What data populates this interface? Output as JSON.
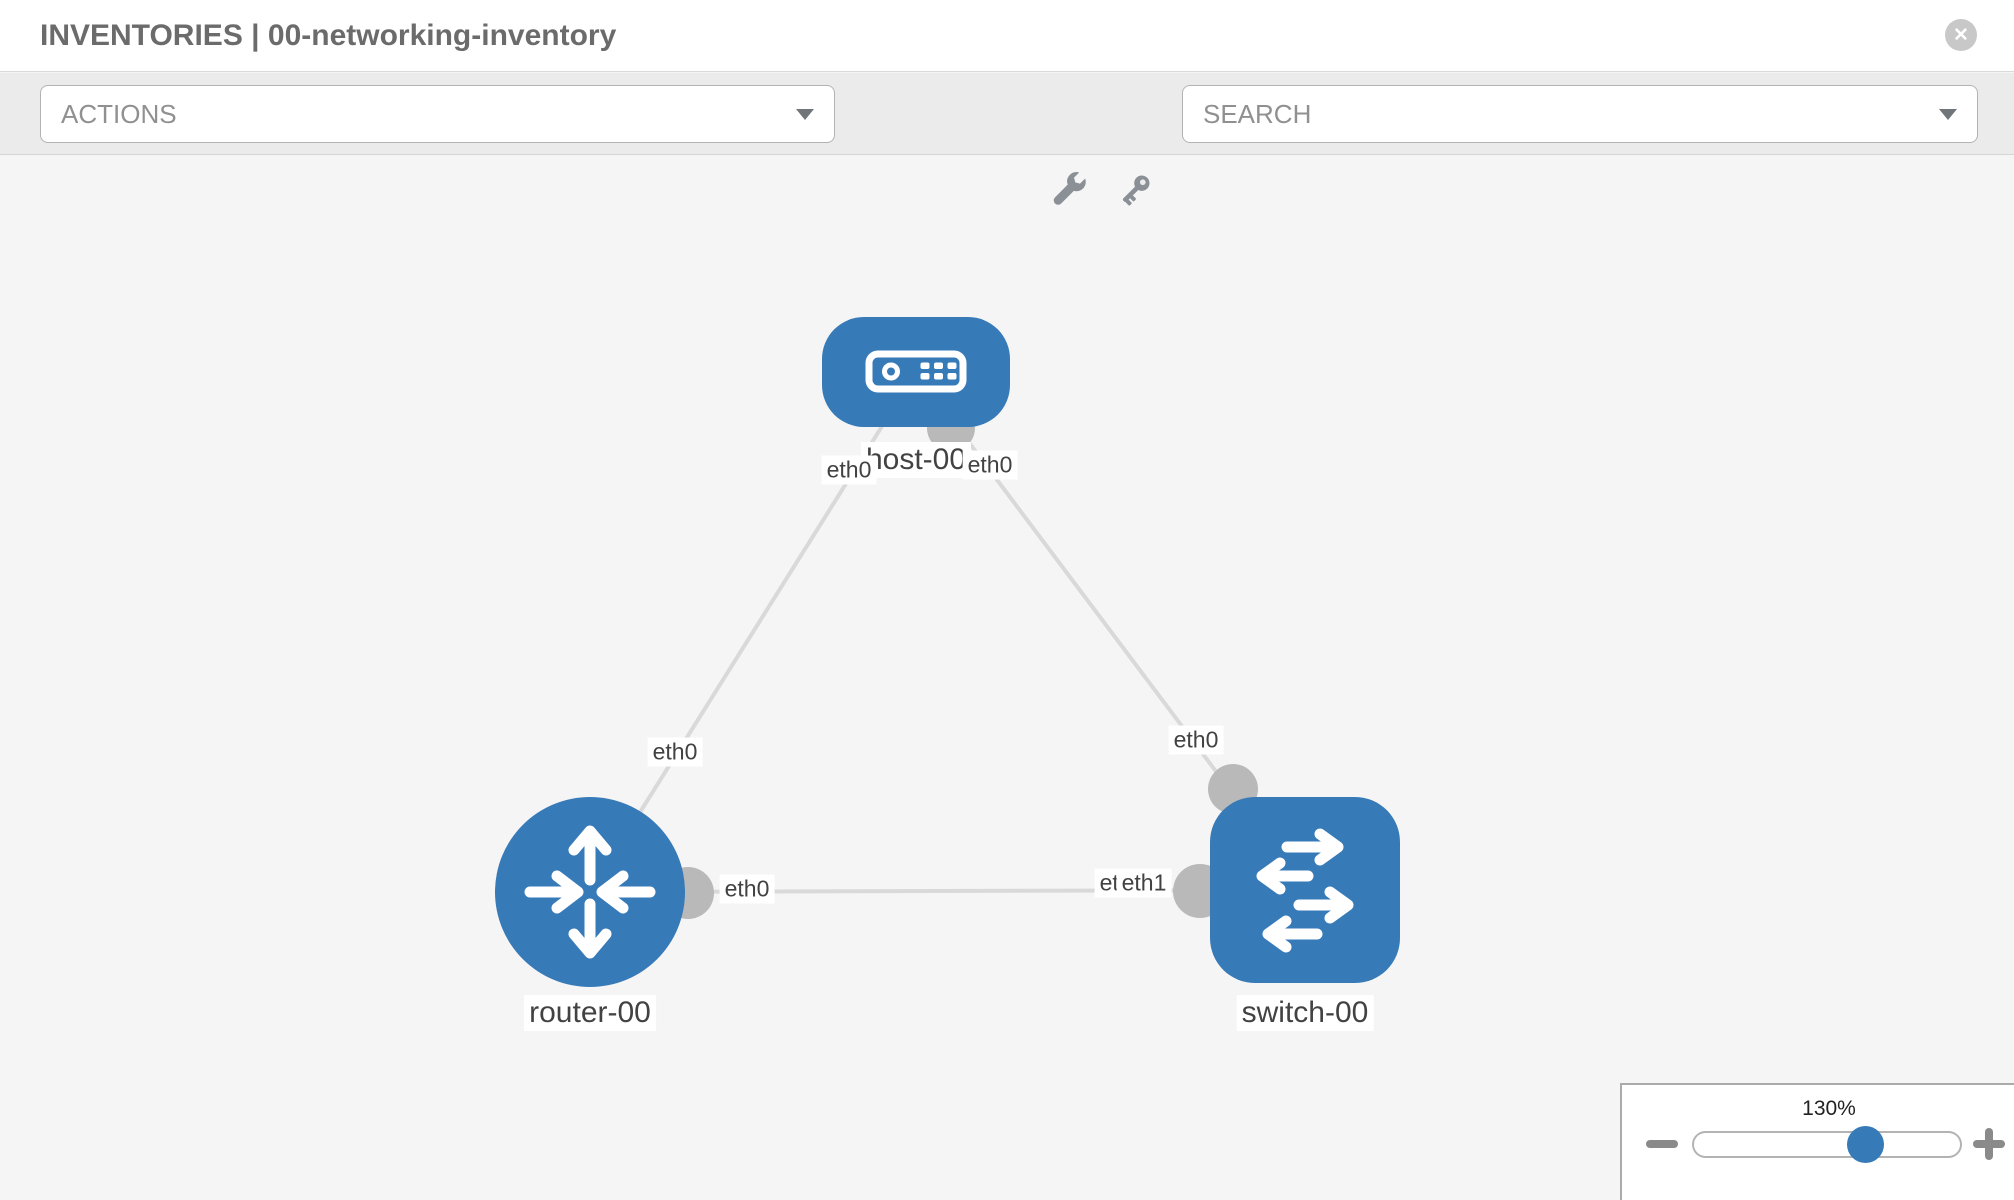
{
  "header": {
    "title": "INVENTORIES | 00-networking-inventory",
    "close_glyph": "✕"
  },
  "toolbar": {
    "actions": {
      "label": "ACTIONS"
    },
    "search": {
      "placeholder": "SEARCH"
    },
    "icons": [
      "wrench-icon",
      "key-icon"
    ]
  },
  "topology": {
    "nodes": [
      {
        "id": "host-00",
        "label": "host-00",
        "type": "host"
      },
      {
        "id": "router-00",
        "label": "router-00",
        "type": "router"
      },
      {
        "id": "switch-00",
        "label": "switch-00",
        "type": "switch"
      }
    ],
    "links": [
      {
        "from": "host-00",
        "to": "router-00",
        "from_interface": "eth0",
        "to_interface": "eth0"
      },
      {
        "from": "host-00",
        "to": "switch-00",
        "from_interface": "eth0",
        "to_interface": "eth0"
      },
      {
        "from": "router-00",
        "to": "switch-00",
        "from_interface": "eth0",
        "to_interface": "eth1"
      }
    ],
    "interface_labels": {
      "host_router_at_host": "eth0",
      "host_switch_at_host": "eth0",
      "host_router_at_router": "eth0",
      "host_switch_at_switch": "eth0",
      "router_switch_at_router": "eth0",
      "router_switch_at_switch_under": "eth0",
      "router_switch_at_switch": "eth1"
    }
  },
  "zoom_control": {
    "value_label": "130%",
    "percent": 130
  },
  "colors": {
    "node_blue": "#377ab8",
    "canvas_bg": "#f5f5f5",
    "toolbar_bg": "#ebebeb",
    "link_gray": "#d9d9d9",
    "port_gray": "#b9b9b9",
    "label_text": "#424242"
  }
}
